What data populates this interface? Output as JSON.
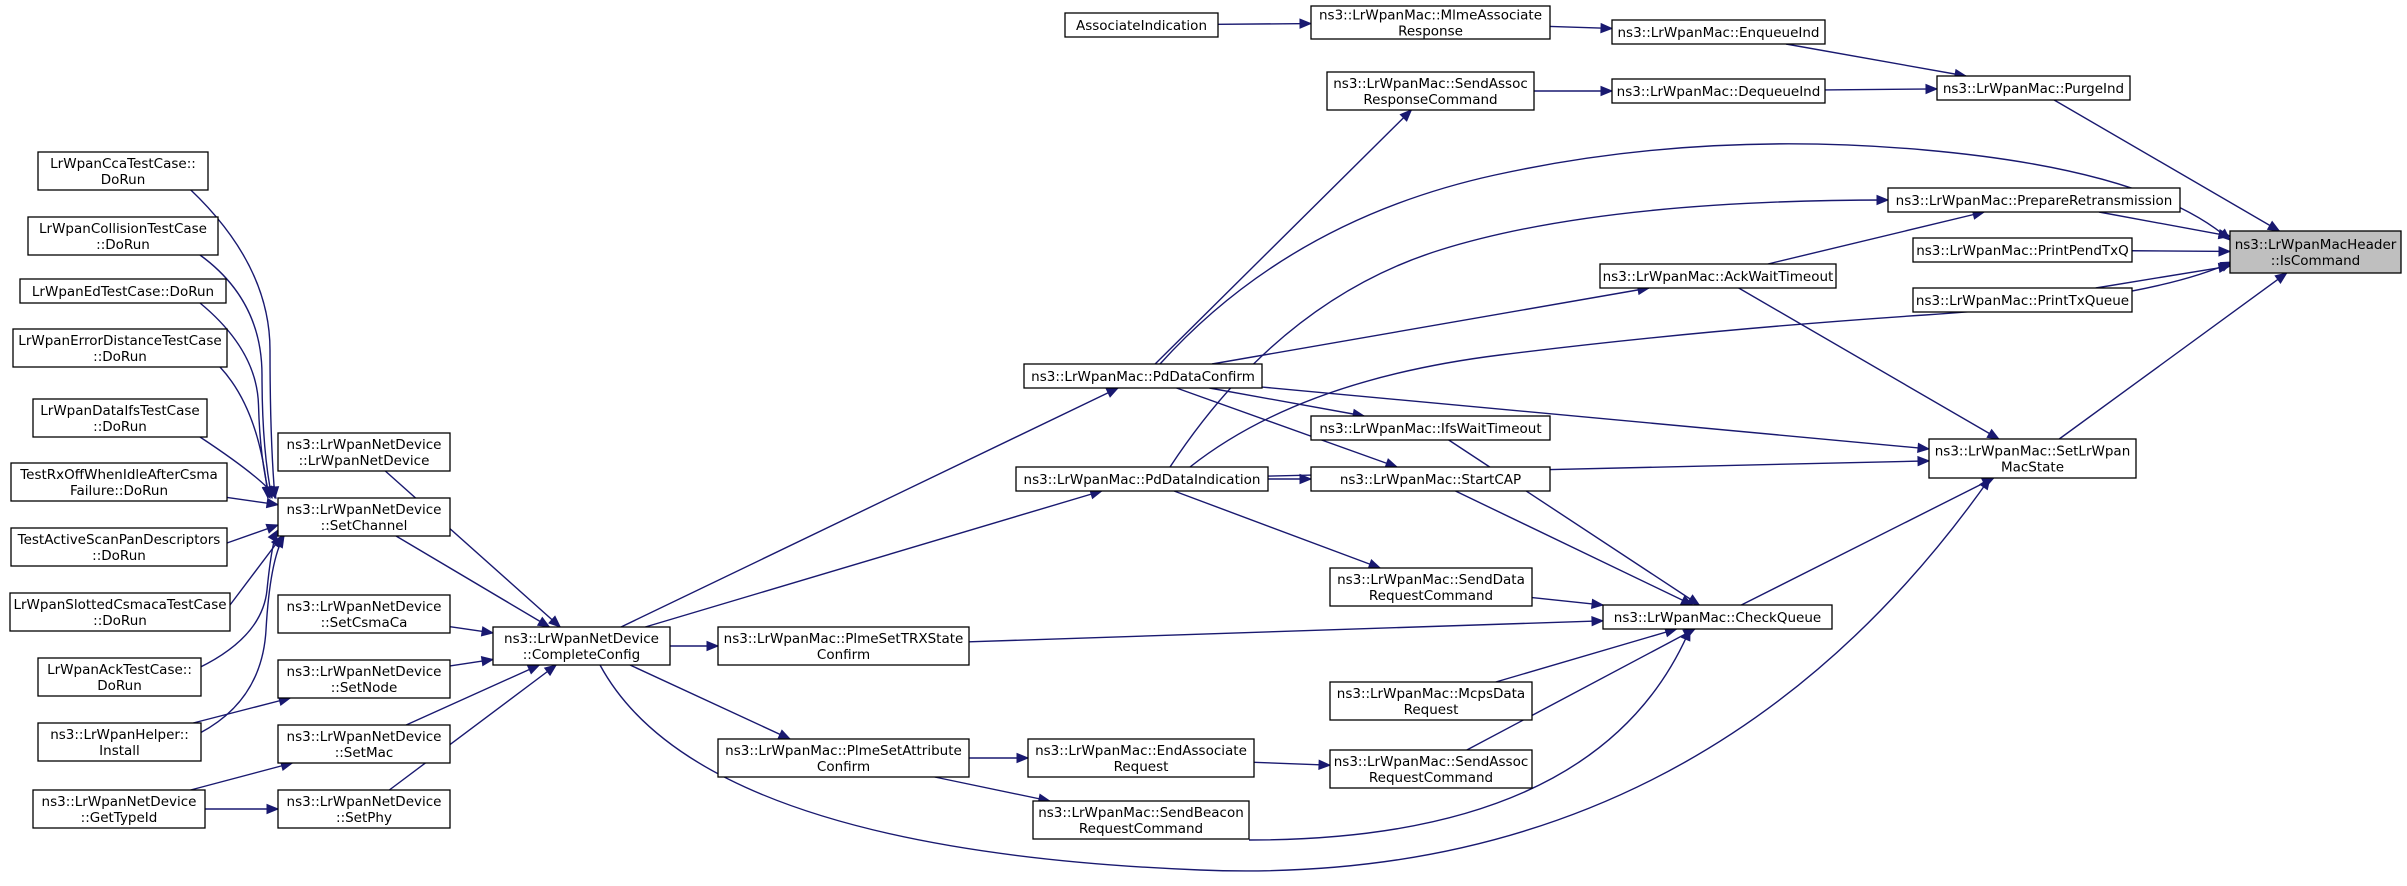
{
  "diagram": {
    "title": "",
    "colors": {
      "edge": "#191970",
      "node_border": "#000000",
      "root_fill": "#bfbfbf",
      "node_fill": "#ffffff"
    },
    "nodes": [
      {
        "id": "isCommand",
        "lines": [
          "ns3::LrWpanMacHeader",
          "::IsCommand"
        ],
        "root": true
      },
      {
        "id": "purgeInd",
        "lines": [
          "ns3::LrWpanMac::PurgeInd"
        ]
      },
      {
        "id": "prepareRetx",
        "lines": [
          "ns3::LrWpanMac::PrepareRetransmission"
        ]
      },
      {
        "id": "printPendTxQ",
        "lines": [
          "ns3::LrWpanMac::PrintPendTxQ"
        ]
      },
      {
        "id": "printTxQueue",
        "lines": [
          "ns3::LrWpanMac::PrintTxQueue"
        ]
      },
      {
        "id": "setLrWpanMacState",
        "lines": [
          "ns3::LrWpanMac::SetLrWpan",
          "MacState"
        ]
      },
      {
        "id": "enqueueInd",
        "lines": [
          "ns3::LrWpanMac::EnqueueInd"
        ]
      },
      {
        "id": "dequeueInd",
        "lines": [
          "ns3::LrWpanMac::DequeueInd"
        ]
      },
      {
        "id": "mlmeAssocResp",
        "lines": [
          "ns3::LrWpanMac::MlmeAssociate",
          "Response"
        ]
      },
      {
        "id": "associateIndication",
        "lines": [
          "AssociateIndication"
        ]
      },
      {
        "id": "sendAssocRespCmd",
        "lines": [
          "ns3::LrWpanMac::SendAssoc",
          "ResponseCommand"
        ]
      },
      {
        "id": "ackWaitTimeout",
        "lines": [
          "ns3::LrWpanMac::AckWaitTimeout"
        ]
      },
      {
        "id": "pdDataConfirm",
        "lines": [
          "ns3::LrWpanMac::PdDataConfirm"
        ]
      },
      {
        "id": "pdDataIndication",
        "lines": [
          "ns3::LrWpanMac::PdDataIndication"
        ]
      },
      {
        "id": "ifsWaitTimeout",
        "lines": [
          "ns3::LrWpanMac::IfsWaitTimeout"
        ]
      },
      {
        "id": "startCAP",
        "lines": [
          "ns3::LrWpanMac::StartCAP"
        ]
      },
      {
        "id": "sendDataReqCmd",
        "lines": [
          "ns3::LrWpanMac::SendData",
          "RequestCommand"
        ]
      },
      {
        "id": "checkQueue",
        "lines": [
          "ns3::LrWpanMac::CheckQueue"
        ]
      },
      {
        "id": "mcpsDataRequest",
        "lines": [
          "ns3::LrWpanMac::McpsData",
          "Request"
        ]
      },
      {
        "id": "sendAssocReqCmd",
        "lines": [
          "ns3::LrWpanMac::SendAssoc",
          "RequestCommand"
        ]
      },
      {
        "id": "endAssocReq",
        "lines": [
          "ns3::LrWpanMac::EndAssociate",
          "Request"
        ]
      },
      {
        "id": "sendBeaconReqCmd",
        "lines": [
          "ns3::LrWpanMac::SendBeacon",
          "RequestCommand"
        ]
      },
      {
        "id": "plmeSetTRXStateConfirm",
        "lines": [
          "ns3::LrWpanMac::PlmeSetTRXState",
          "Confirm"
        ]
      },
      {
        "id": "plmeSetAttrConfirm",
        "lines": [
          "ns3::LrWpanMac::PlmeSetAttribute",
          "Confirm"
        ]
      },
      {
        "id": "completeConfig",
        "lines": [
          "ns3::LrWpanNetDevice",
          "::CompleteConfig"
        ]
      },
      {
        "id": "lrWpanNetDeviceCtor",
        "lines": [
          "ns3::LrWpanNetDevice",
          "::LrWpanNetDevice"
        ]
      },
      {
        "id": "setChannel",
        "lines": [
          "ns3::LrWpanNetDevice",
          "::SetChannel"
        ]
      },
      {
        "id": "setCsmaCa",
        "lines": [
          "ns3::LrWpanNetDevice",
          "::SetCsmaCa"
        ]
      },
      {
        "id": "setNode",
        "lines": [
          "ns3::LrWpanNetDevice",
          "::SetNode"
        ]
      },
      {
        "id": "setMac",
        "lines": [
          "ns3::LrWpanNetDevice",
          "::SetMac"
        ]
      },
      {
        "id": "setPhy",
        "lines": [
          "ns3::LrWpanNetDevice",
          "::SetPhy"
        ]
      },
      {
        "id": "ccaTest",
        "lines": [
          "LrWpanCcaTestCase::",
          "DoRun"
        ]
      },
      {
        "id": "collisionTest",
        "lines": [
          "LrWpanCollisionTestCase",
          "::DoRun"
        ]
      },
      {
        "id": "edTest",
        "lines": [
          "LrWpanEdTestCase::DoRun"
        ]
      },
      {
        "id": "errDistTest",
        "lines": [
          "LrWpanErrorDistanceTestCase",
          "::DoRun"
        ]
      },
      {
        "id": "dataIfsTest",
        "lines": [
          "LrWpanDataIfsTestCase",
          "::DoRun"
        ]
      },
      {
        "id": "rxOffTest",
        "lines": [
          "TestRxOffWhenIdleAfterCsma",
          "Failure::DoRun"
        ]
      },
      {
        "id": "activeScanTest",
        "lines": [
          "TestActiveScanPanDescriptors",
          "::DoRun"
        ]
      },
      {
        "id": "slottedCsmacaTest",
        "lines": [
          "LrWpanSlottedCsmacaTestCase",
          "::DoRun"
        ]
      },
      {
        "id": "ackTest",
        "lines": [
          "LrWpanAckTestCase::",
          "DoRun"
        ]
      },
      {
        "id": "helperInstall",
        "lines": [
          "ns3::LrWpanHelper::",
          "Install"
        ]
      },
      {
        "id": "getTypeId",
        "lines": [
          "ns3::LrWpanNetDevice",
          "::GetTypeId"
        ]
      }
    ],
    "edges": [
      {
        "from": "purgeInd",
        "to": "isCommand"
      },
      {
        "from": "prepareRetx",
        "to": "isCommand"
      },
      {
        "from": "printPendTxQ",
        "to": "isCommand"
      },
      {
        "from": "printTxQueue",
        "to": "isCommand"
      },
      {
        "from": "setLrWpanMacState",
        "to": "isCommand"
      },
      {
        "from": "pdDataConfirm",
        "to": "isCommand"
      },
      {
        "from": "pdDataIndication",
        "to": "isCommand"
      },
      {
        "from": "enqueueInd",
        "to": "purgeInd"
      },
      {
        "from": "dequeueInd",
        "to": "purgeInd"
      },
      {
        "from": "mlmeAssocResp",
        "to": "enqueueInd"
      },
      {
        "from": "associateIndication",
        "to": "mlmeAssocResp"
      },
      {
        "from": "sendAssocRespCmd",
        "to": "dequeueInd"
      },
      {
        "from": "pdDataConfirm",
        "to": "sendAssocRespCmd"
      },
      {
        "from": "ackWaitTimeout",
        "to": "prepareRetx"
      },
      {
        "from": "pdDataIndication",
        "to": "prepareRetx"
      },
      {
        "from": "pdDataConfirm",
        "to": "ackWaitTimeout"
      },
      {
        "from": "ackWaitTimeout",
        "to": "setLrWpanMacState"
      },
      {
        "from": "pdDataConfirm",
        "to": "setLrWpanMacState"
      },
      {
        "from": "pdDataIndication",
        "to": "setLrWpanMacState"
      },
      {
        "from": "checkQueue",
        "to": "setLrWpanMacState"
      },
      {
        "from": "completeConfig",
        "to": "setLrWpanMacState"
      },
      {
        "from": "pdDataConfirm",
        "to": "ifsWaitTimeout"
      },
      {
        "from": "pdDataIndication",
        "to": "startCAP"
      },
      {
        "from": "pdDataIndication",
        "to": "sendDataReqCmd"
      },
      {
        "from": "pdDataConfirm",
        "to": "startCAP"
      },
      {
        "from": "ifsWaitTimeout",
        "to": "checkQueue"
      },
      {
        "from": "startCAP",
        "to": "checkQueue"
      },
      {
        "from": "sendDataReqCmd",
        "to": "checkQueue"
      },
      {
        "from": "mcpsDataRequest",
        "to": "checkQueue"
      },
      {
        "from": "sendAssocReqCmd",
        "to": "checkQueue"
      },
      {
        "from": "sendBeaconReqCmd",
        "to": "checkQueue"
      },
      {
        "from": "plmeSetTRXStateConfirm",
        "to": "checkQueue"
      },
      {
        "from": "endAssocReq",
        "to": "sendAssocReqCmd"
      },
      {
        "from": "plmeSetAttrConfirm",
        "to": "endAssocReq"
      },
      {
        "from": "plmeSetAttrConfirm",
        "to": "sendBeaconReqCmd"
      },
      {
        "from": "completeConfig",
        "to": "pdDataConfirm"
      },
      {
        "from": "completeConfig",
        "to": "pdDataIndication"
      },
      {
        "from": "completeConfig",
        "to": "plmeSetTRXStateConfirm"
      },
      {
        "from": "completeConfig",
        "to": "plmeSetAttrConfirm"
      },
      {
        "from": "lrWpanNetDeviceCtor",
        "to": "completeConfig"
      },
      {
        "from": "setChannel",
        "to": "completeConfig"
      },
      {
        "from": "setCsmaCa",
        "to": "completeConfig"
      },
      {
        "from": "setNode",
        "to": "completeConfig"
      },
      {
        "from": "setMac",
        "to": "completeConfig"
      },
      {
        "from": "setPhy",
        "to": "completeConfig"
      },
      {
        "from": "ccaTest",
        "to": "setChannel"
      },
      {
        "from": "collisionTest",
        "to": "setChannel"
      },
      {
        "from": "edTest",
        "to": "setChannel"
      },
      {
        "from": "errDistTest",
        "to": "setChannel"
      },
      {
        "from": "dataIfsTest",
        "to": "setChannel"
      },
      {
        "from": "rxOffTest",
        "to": "setChannel"
      },
      {
        "from": "activeScanTest",
        "to": "setChannel"
      },
      {
        "from": "slottedCsmacaTest",
        "to": "setChannel"
      },
      {
        "from": "ackTest",
        "to": "setChannel"
      },
      {
        "from": "helperInstall",
        "to": "setChannel"
      },
      {
        "from": "helperInstall",
        "to": "setNode"
      },
      {
        "from": "getTypeId",
        "to": "setMac"
      },
      {
        "from": "getTypeId",
        "to": "setPhy"
      }
    ]
  }
}
